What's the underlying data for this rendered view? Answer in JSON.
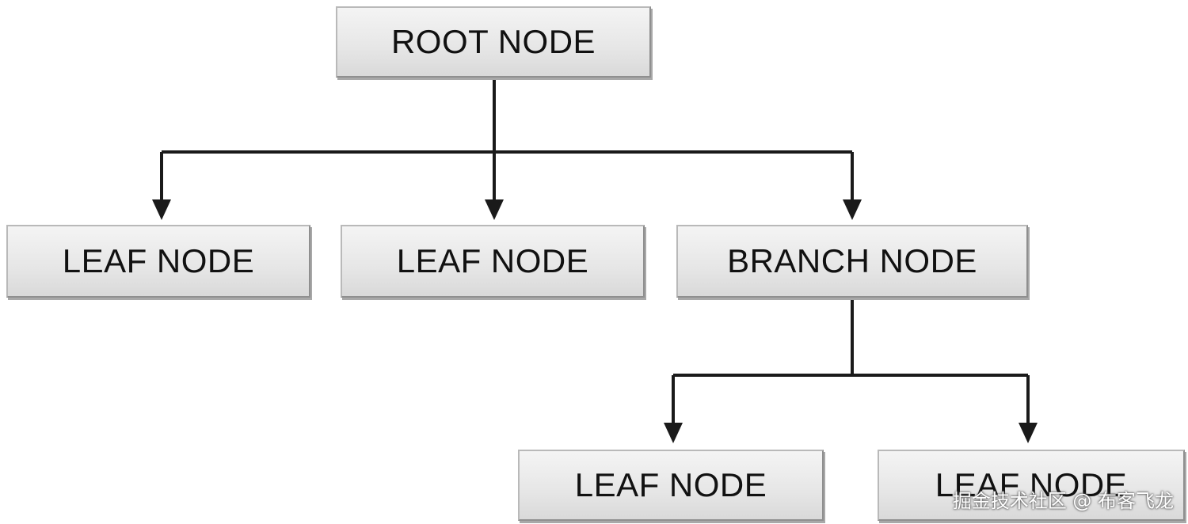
{
  "diagram": {
    "nodes": {
      "root": {
        "label": "ROOT NODE"
      },
      "leaf1": {
        "label": "LEAF NODE"
      },
      "leaf2": {
        "label": "LEAF NODE"
      },
      "branch": {
        "label": "BRANCH NODE"
      },
      "leaf3": {
        "label": "LEAF NODE"
      },
      "leaf4": {
        "label": "LEAF NODE"
      }
    },
    "edges": [
      {
        "from": "root",
        "to": "leaf1"
      },
      {
        "from": "root",
        "to": "leaf2"
      },
      {
        "from": "root",
        "to": "branch"
      },
      {
        "from": "branch",
        "to": "leaf3"
      },
      {
        "from": "branch",
        "to": "leaf4"
      }
    ]
  },
  "watermark": "掘金技术社区 @ 布客飞龙",
  "colors": {
    "node_fill": "#e6e6e6",
    "node_border": "#b9b9b9",
    "connector": "#1a1a1a",
    "text": "#111111"
  }
}
